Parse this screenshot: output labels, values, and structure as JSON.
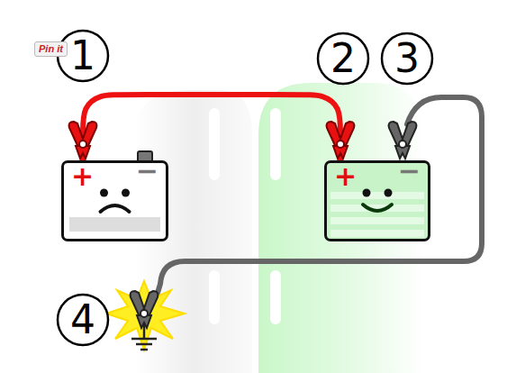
{
  "diagram": {
    "nodes": [
      {
        "text": [
          "+",
          "−"
        ]
      },
      {
        "text": [
          "+",
          "−"
        ]
      }
    ],
    "edges": [
      {
        "from": 0,
        "to": 1,
        "arrow": "none"
      }
    ],
    "labels": [
      "Pin it",
      "1",
      "2",
      "3",
      "4"
    ]
  }
}
